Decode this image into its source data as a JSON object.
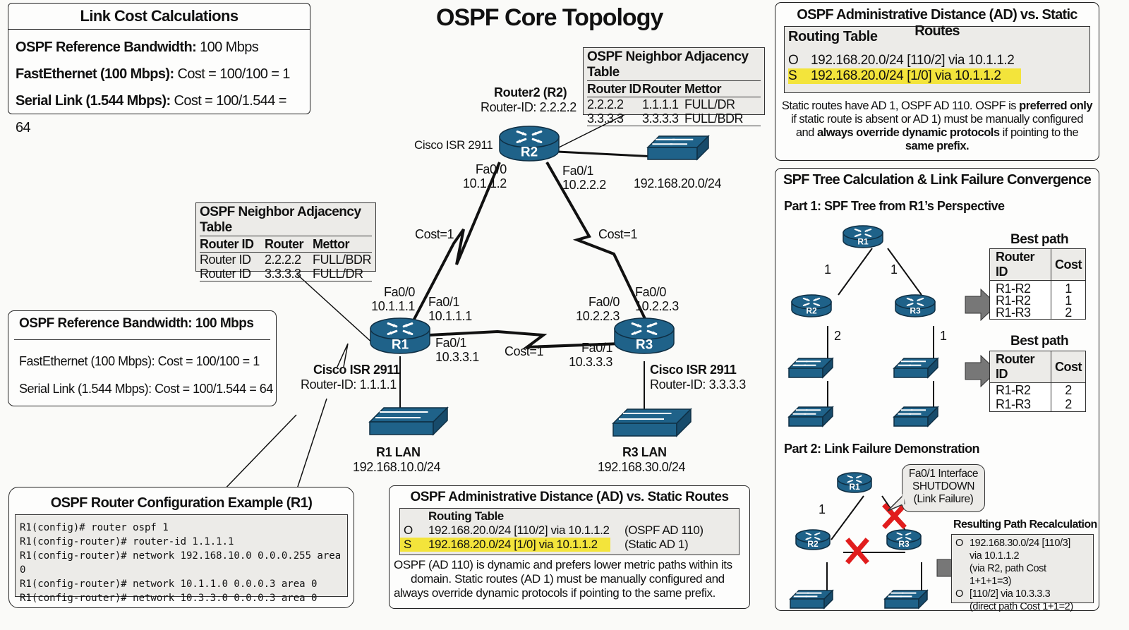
{
  "title": "OSPF Core Topology",
  "link_cost": {
    "title": "Link Cost Calculations",
    "rows": [
      {
        "label": "OSPF Reference Bandwidth:",
        "value": "100 Mbps"
      },
      {
        "label": "FastEthernet (100 Mbps):",
        "value": "Cost = 100/100 = 1"
      },
      {
        "label": "Serial Link (1.544 Mbps):",
        "value": "Cost = 100/1.544 = 64"
      }
    ]
  },
  "ref_bw": {
    "title": "OSPF Reference Bandwidth: 100 Mbps",
    "rows": [
      "FastEthernet (100 Mbps): Cost = 100/100 = 1",
      "Serial Link (1.544 Mbps): Cost = 100/1.544 = 64"
    ]
  },
  "neighbor_r2": {
    "title": "OSPF Neighbor Adjacency Table",
    "headers": [
      "Router ID",
      "Router",
      "Mettor"
    ],
    "rows": [
      [
        "2.2.2.2",
        "1.1.1.1",
        "FULL/DR"
      ],
      [
        "3.3.3.3",
        "3.3.3.3",
        "FULL/BDR"
      ]
    ]
  },
  "neighbor_r1": {
    "title": "OSPF Neighbor Adjacency Table",
    "headers": [
      "Router ID",
      "Router",
      "Mettor"
    ],
    "rows": [
      [
        "Router ID",
        "2.2.2.2",
        "FULL/BDR"
      ],
      [
        "Router ID",
        "3.3.3.3",
        "FULL/DR"
      ]
    ]
  },
  "topology": {
    "r2": {
      "label": "R2",
      "name": "Router2 (R2)",
      "rid": "Router-ID: 2.2.2.2",
      "model": "Cisco ISR 2911",
      "fa00": "Fa0/0",
      "fa00_ip": "10.1.1.2",
      "fa01": "Fa0/1",
      "fa01_ip": "10.2.2.2",
      "lan": "192.168.20.0/24"
    },
    "r1": {
      "label": "R1",
      "model": "Cisco ISR 2911",
      "rid": "Router-ID: 1.1.1.1",
      "fa00": "Fa0/0",
      "fa00_ip": "10.1.1.1",
      "fa01a": "Fa0/1",
      "fa01a_ip": "10.1.1.1",
      "fa01b": "Fa0/1",
      "fa01b_ip": "10.3.3.1",
      "lan_name": "R1 LAN",
      "lan": "192.168.10.0/24"
    },
    "r3": {
      "label": "R3",
      "model": "Cisco ISR 2911",
      "rid": "Router-ID: 3.3.3.3",
      "fa00a": "Fa0/0",
      "fa00a_ip": "10.2.2.3",
      "fa00b": "Fa0/0",
      "fa00b_ip": "10.2.2.3",
      "fa01": "Fa0/1",
      "fa01_ip": "10.3.3.3",
      "lan_name": "R3 LAN",
      "lan": "192.168.30.0/24"
    },
    "costs": {
      "r1_r2": "Cost=1",
      "r2_r3": "Cost=1",
      "r1_r3": "Cost=1"
    }
  },
  "config": {
    "title": "OSPF Router Configuration Example (R1)",
    "lines": [
      "R1(config)# router ospf 1",
      "R1(config-router)# router-id 1.1.1.1",
      "R1(config-router)# network 192.168.10.0 0.0.0.255 area 0",
      "R1(config-router)# network 10.1.1.0 0.0.0.3 area 0",
      "R1(config-router)# network 10.3.3.0 0.0.0.3 area 0"
    ]
  },
  "ad_bottom": {
    "title": "OSPF Administrative Distance (AD) vs. Static Routes",
    "table_title": "Routing Table",
    "rows": [
      {
        "code": "O",
        "route": "192.168.20.0/24 [110/2] via 10.1.1.2",
        "note": "(OSPF AD 110)",
        "highlight": false
      },
      {
        "code": "S",
        "route": "192.168.20.0/24 [1/0] via 10.1.1.2",
        "note": "(Static AD 1)",
        "highlight": true
      }
    ],
    "desc": [
      "OSPF (AD 110) is dynamic and prefers lower metric paths within its",
      "domain.  Static routes (AD 1) must be manually configured and",
      "always override dynamic protocols if pointing to the same prefix."
    ]
  },
  "ad_top": {
    "title": "OSPF Administrative Distance (AD) vs. Static Routes",
    "table_title": "Routing Table",
    "rows": [
      {
        "code": "O",
        "route": "192.168.20.0/24 [110/2] via 10.1.1.2",
        "highlight": false
      },
      {
        "code": "S",
        "route": "192.168.20.0/24 [1/0] via 10.1.1.2",
        "highlight": true
      }
    ],
    "desc": {
      "p1": "Static routes have AD 1, OSPF AD 110. OSPF is ",
      "b1": "preferred only",
      "p2": "if static route is absent or AD 1) must be manually configured",
      "p3": "and ",
      "b2": "always override dynamic protocols",
      "p4": " if pointing to the",
      "b3": "same prefix."
    }
  },
  "spf": {
    "title": "SPF Tree Calculation & Link Failure Convergence",
    "part1": "Part 1: SPF Tree from R1’s Perspective",
    "tree": {
      "r1": "R1",
      "r2": "R2",
      "r3": "R3",
      "c_r1r2": "1",
      "c_r1r3": "1",
      "c_r2sw": "2",
      "c_r3sw": "1"
    },
    "best1": {
      "title": "Best path",
      "headers": [
        "Router ID",
        "Cost"
      ],
      "rows": [
        [
          "R1-R2",
          "1"
        ],
        [
          "R1-R2",
          "1"
        ],
        [
          "R1-R3",
          "2"
        ]
      ]
    },
    "best2": {
      "title": "Best path",
      "headers": [
        "Router ID",
        "Cost"
      ],
      "rows": [
        [
          "R1-R2",
          "2"
        ],
        [
          "R1-R3",
          "2"
        ]
      ]
    },
    "part2": "Part 2: Link Failure Demonstration",
    "fail": {
      "r1": "R1",
      "r2": "R2",
      "r3": "R3",
      "c_r1r2": "1",
      "callout": [
        "Fa0/1 Interface",
        "SHUTDOWN",
        "(Link Failure)"
      ]
    },
    "recalc": {
      "title": "Resulting Path Recalculation",
      "lines": [
        {
          "code": "O",
          "text": "192.168.30.0/24 [110/3]"
        },
        {
          "code": "",
          "text": "via 10.1.1.2"
        },
        {
          "code": "",
          "text": "(via R2, path Cost 1+1+1=3)"
        },
        {
          "code": "O",
          "text": "[110/2] via 10.3.3.3"
        },
        {
          "code": "",
          "text": "(direct path Cost 1+1=2)"
        }
      ]
    }
  },
  "colors": {
    "device": "#1f6289",
    "device_dark": "#174b6b",
    "highlight": "#f3e43b",
    "fail_x": "#e11d1d",
    "arrow": "#777777"
  }
}
